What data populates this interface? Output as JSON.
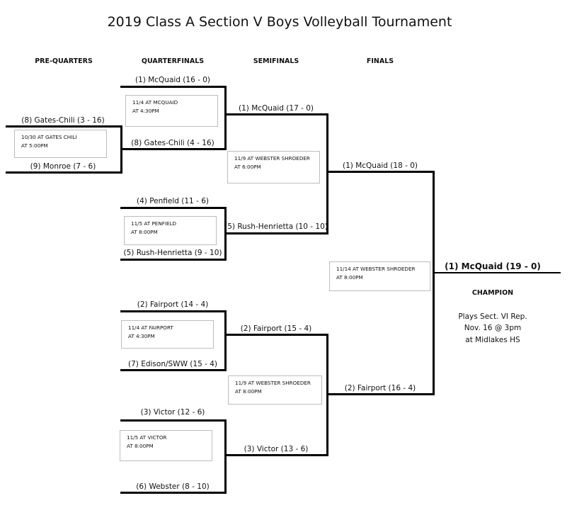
{
  "title": "2019 Class A Section V Boys Volleyball Tournament",
  "rounds": [
    "PRE-QUARTERS",
    "QUARTERFINALS",
    "SEMIFINALS",
    "FINALS"
  ],
  "prequarters": [
    {
      "top": "(8) Gates-Chili (3 - 16)",
      "bottom": "(9) Monroe (7 - 6)",
      "date": "10/30 AT GATES CHILI",
      "time": "AT 5:00PM"
    }
  ],
  "quarterfinals": [
    {
      "top": "(1) McQuaid (16 - 0)",
      "bottom": "(8) Gates-Chili (4 - 16)",
      "date": "11/4 AT MCQUAID",
      "time": "AT 4:30PM"
    },
    {
      "top": "(4) Penfield (11 - 6)",
      "bottom": "(5) Rush-Henrietta (9 - 10)",
      "date": "11/5 AT PENFIELD",
      "time": "AT 8:00PM"
    },
    {
      "top": "(2) Fairport (14 - 4)",
      "bottom": "(7) Edison/SWW (15 - 4)",
      "date": "11/4 AT FAIRPORT",
      "time": "AT 4:30PM"
    },
    {
      "top": "(3) Victor (12 - 6)",
      "bottom": "(6) Webster (8 - 10)",
      "date": "11/5 AT VICTOR",
      "time": "AT 8:00PM"
    }
  ],
  "semifinals": [
    {
      "top": "(1) McQuaid (17 - 0)",
      "bottom": "(5) Rush-Henrietta (10 - 10)",
      "date": "11/9 AT WEBSTER SHROEDER",
      "time": "AT 6:00PM"
    },
    {
      "top": "(2) Fairport (15 - 4)",
      "bottom": "(3) Victor (13 - 6)",
      "date": "11/9 AT WEBSTER SHROEDER",
      "time": "AT 8:00PM"
    }
  ],
  "finals": {
    "top": "(1) McQuaid (18 - 0)",
    "bottom": "(2) Fairport (16 - 4)",
    "date": "11/14 AT WEBSTER SHROEDER",
    "time": "AT 8:00PM"
  },
  "champion": {
    "team": "(1) McQuaid (19 - 0)",
    "label": "CHAMPION",
    "notes": [
      "Plays Sect. VI Rep.",
      "Nov. 16 @ 3pm",
      "at Midlakes HS"
    ]
  }
}
